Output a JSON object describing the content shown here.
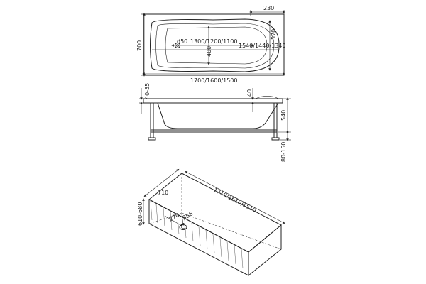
{
  "top_view": {
    "overall_length": "1700/1600/1500",
    "overall_width": "700",
    "end_offset": "230",
    "inner_width_end": "570",
    "inner_length": "1300/1200/1100",
    "inner_width": "400",
    "drain": "d50",
    "long_length": "1540/1440/1340"
  },
  "side_view": {
    "rim_height": "40-55",
    "rim_thickness": "40",
    "depth": "540",
    "leg_range": "80-150"
  },
  "install_view": {
    "width": "710",
    "length": "1710/1610/1510",
    "height": "610-680",
    "drain_x": "270",
    "drain_y": "356"
  }
}
